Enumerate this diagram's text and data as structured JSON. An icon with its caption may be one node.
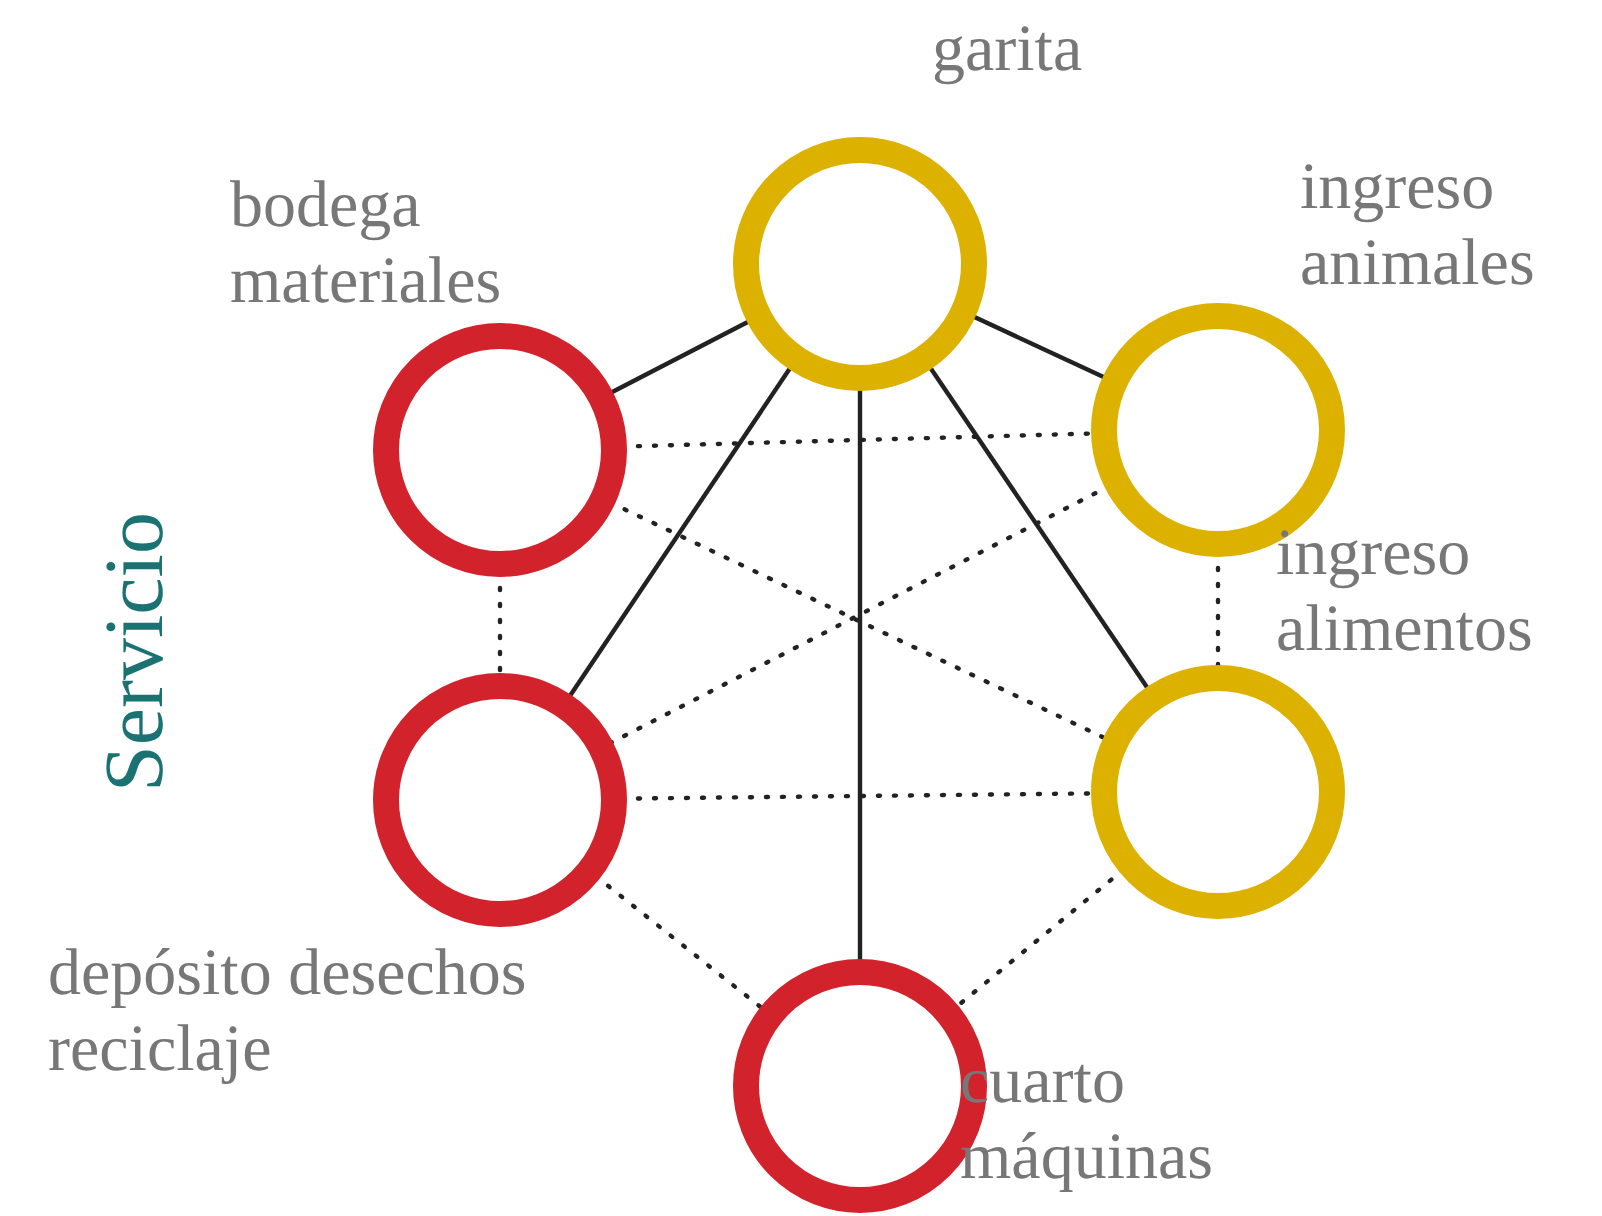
{
  "diagram": {
    "nodes": [
      {
        "text": [],
        "shape": "circle",
        "beside": [
          "garita"
        ]
      },
      {
        "text": [],
        "shape": "circle",
        "beside": [
          "bodega materiales"
        ]
      },
      {
        "text": [],
        "shape": "circle",
        "beside": [
          "ingreso animales"
        ]
      },
      {
        "text": [],
        "shape": "circle",
        "beside": [
          "depósito desechos reciclaje"
        ]
      },
      {
        "text": [],
        "shape": "circle",
        "beside": [
          "ingreso alimentos"
        ]
      },
      {
        "text": [],
        "shape": "circle",
        "beside": [
          "cuarto máquinas"
        ]
      }
    ],
    "edges": [
      {
        "from": 0,
        "to": 1,
        "arrow": "none"
      },
      {
        "from": 0,
        "to": 2,
        "arrow": "none"
      },
      {
        "from": 0,
        "to": 3,
        "arrow": "none"
      },
      {
        "from": 0,
        "to": 5,
        "arrow": "none"
      },
      {
        "from": 0,
        "to": 4,
        "arrow": "none"
      },
      {
        "from": 1,
        "to": 2,
        "arrow": "none",
        "style": "dashed"
      },
      {
        "from": 1,
        "to": 4,
        "arrow": "none",
        "style": "dashed"
      },
      {
        "from": 1,
        "to": 3,
        "arrow": "none",
        "style": "dashed"
      },
      {
        "from": 2,
        "to": 4,
        "arrow": "none",
        "style": "dashed"
      },
      {
        "from": 2,
        "to": 3,
        "arrow": "none",
        "style": "dashed"
      },
      {
        "from": 3,
        "to": 4,
        "arrow": "none",
        "style": "dashed"
      },
      {
        "from": 3,
        "to": 5,
        "arrow": "none",
        "style": "dashed"
      },
      {
        "from": 4,
        "to": 5,
        "arrow": "none",
        "style": "dashed"
      }
    ],
    "labels": [
      "Servicio"
    ]
  }
}
